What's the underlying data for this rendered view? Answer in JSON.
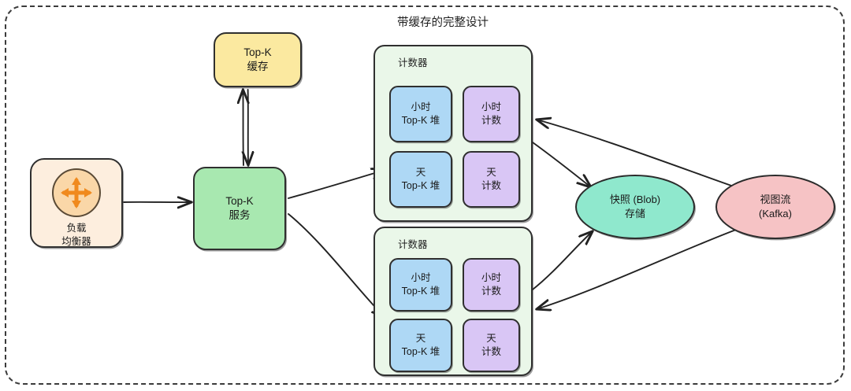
{
  "diagram": {
    "title": "带缓存的完整设计",
    "frame_style": "dashed-rounded"
  },
  "nodes": {
    "cache": {
      "name": "top-k-cache",
      "line1": "Top-K",
      "line2": "缓存",
      "color": "#fbe9a0"
    },
    "load_balancer": {
      "name": "load-balancer",
      "line1": "负载",
      "line2": "均衡器",
      "color": "#fdeede",
      "icon": "four-way-arrow-icon"
    },
    "service": {
      "name": "top-k-service",
      "line1": "Top-K",
      "line2": "服务",
      "color": "#a8e8b0"
    },
    "snapshot": {
      "name": "snapshot-blob-storage",
      "line1": "快照 (Blob)",
      "line2": "存储",
      "color": "#8fe8cd"
    },
    "kafka": {
      "name": "view-stream-kafka",
      "line1": "视图流",
      "line2": "(Kafka)",
      "color": "#f6c3c5"
    }
  },
  "counters": [
    {
      "title": "计数器",
      "cells": [
        {
          "line1": "小时",
          "line2": "Top-K 堆",
          "color": "#aed8f5"
        },
        {
          "line1": "小时",
          "line2": "计数",
          "color": "#d9c6f5"
        },
        {
          "line1": "天",
          "line2": "Top-K 堆",
          "color": "#aed8f5"
        },
        {
          "line1": "天",
          "line2": "计数",
          "color": "#d9c6f5"
        }
      ]
    },
    {
      "title": "计数器",
      "cells": [
        {
          "line1": "小时",
          "line2": "Top-K 堆",
          "color": "#aed8f5"
        },
        {
          "line1": "小时",
          "line2": "计数",
          "color": "#d9c6f5"
        },
        {
          "line1": "天",
          "line2": "Top-K 堆",
          "color": "#aed8f5"
        },
        {
          "line1": "天",
          "line2": "计数",
          "color": "#d9c6f5"
        }
      ]
    }
  ],
  "edges": [
    {
      "from": "load-balancer",
      "to": "top-k-service",
      "direction": "one-way"
    },
    {
      "from": "top-k-service",
      "to": "top-k-cache",
      "direction": "two-way"
    },
    {
      "from": "top-k-service",
      "to": "counter-1",
      "direction": "one-way"
    },
    {
      "from": "top-k-service",
      "to": "counter-2",
      "direction": "one-way"
    },
    {
      "from": "counter-1",
      "to": "snapshot-blob-storage",
      "direction": "one-way"
    },
    {
      "from": "counter-2",
      "to": "snapshot-blob-storage",
      "direction": "one-way"
    },
    {
      "from": "view-stream-kafka",
      "to": "counter-1",
      "direction": "one-way"
    },
    {
      "from": "view-stream-kafka",
      "to": "counter-2",
      "direction": "one-way"
    }
  ],
  "colors": {
    "stroke": "#2f2f2f",
    "container_fill": "#eaf7e9",
    "accent_orange": "#f08a1e"
  }
}
